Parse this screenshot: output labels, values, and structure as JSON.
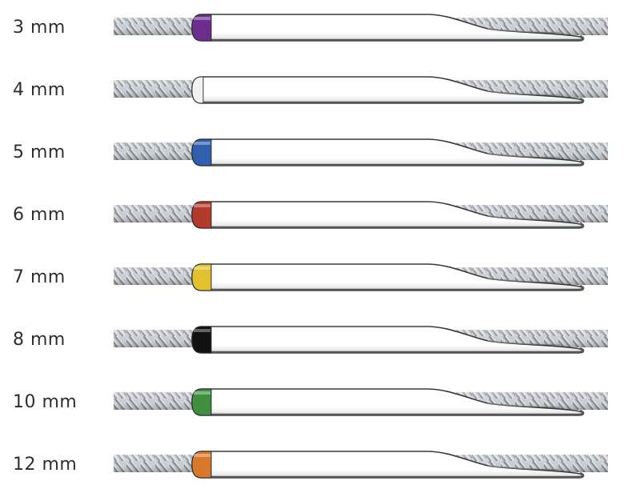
{
  "rows": [
    {
      "label": "3 mm",
      "band_color": "#6b2e8f"
    },
    {
      "label": "4 mm",
      "band_color": null
    },
    {
      "label": "5 mm",
      "band_color": "#2f5fae"
    },
    {
      "label": "6 mm",
      "band_color": "#b23a2a"
    },
    {
      "label": "7 mm",
      "band_color": "#e3c12e"
    },
    {
      "label": "8 mm",
      "band_color": "#111111"
    },
    {
      "label": "10 mm",
      "band_color": "#3f8f3f"
    },
    {
      "label": "12 mm",
      "band_color": "#d8782a"
    }
  ]
}
